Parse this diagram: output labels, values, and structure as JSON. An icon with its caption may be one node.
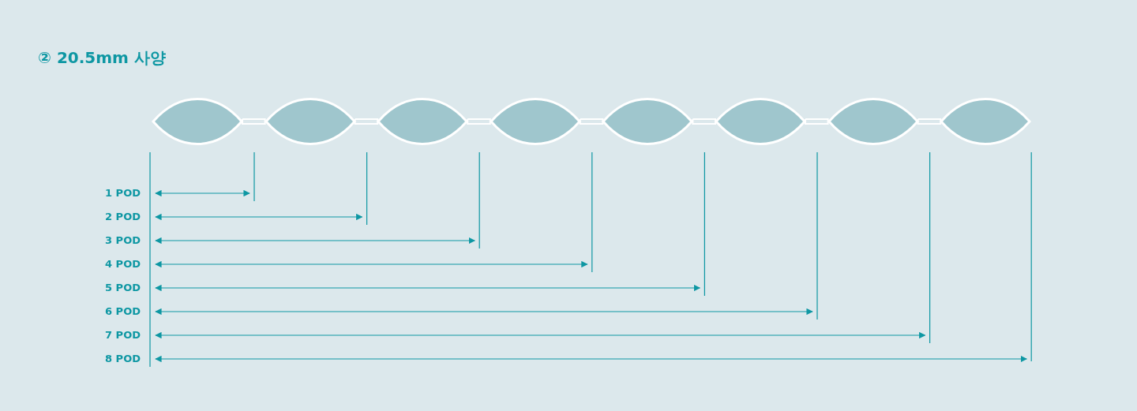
{
  "diagram": {
    "title": "② 20.5mm 사양",
    "nodes": [
      {
        "text": [],
        "shape": "lens"
      },
      {
        "text": [],
        "shape": "lens"
      },
      {
        "text": [],
        "shape": "lens"
      },
      {
        "text": [],
        "shape": "lens"
      },
      {
        "text": [],
        "shape": "lens"
      },
      {
        "text": [],
        "shape": "lens"
      },
      {
        "text": [],
        "shape": "lens"
      },
      {
        "text": [],
        "shape": "lens"
      }
    ],
    "edges": [
      {
        "from": 0,
        "to": 1,
        "arrow": "none"
      },
      {
        "from": 1,
        "to": 2,
        "arrow": "none"
      },
      {
        "from": 2,
        "to": 3,
        "arrow": "none"
      },
      {
        "from": 3,
        "to": 4,
        "arrow": "none"
      },
      {
        "from": 4,
        "to": 5,
        "arrow": "none"
      },
      {
        "from": 5,
        "to": 6,
        "arrow": "none"
      },
      {
        "from": 6,
        "to": 7,
        "arrow": "none"
      }
    ],
    "labels": [
      "1 POD",
      "2 POD",
      "3 POD",
      "4 POD",
      "5 POD",
      "6 POD",
      "7 POD",
      "8 POD"
    ]
  }
}
